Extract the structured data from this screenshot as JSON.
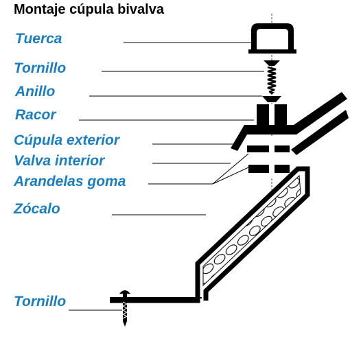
{
  "title": "Montaje cúpula bivalva",
  "colors": {
    "label": "#1a7ec2",
    "line": "#000000",
    "background": "#ffffff"
  },
  "labels": [
    {
      "id": "tuerca",
      "text": "Tuerca"
    },
    {
      "id": "tornillo-top",
      "text": "Tornillo"
    },
    {
      "id": "anillo",
      "text": "Anillo"
    },
    {
      "id": "racor",
      "text": "Racor"
    },
    {
      "id": "cupula-exterior",
      "text": "Cúpula exterior"
    },
    {
      "id": "valva-interior",
      "text": "Valva interior"
    },
    {
      "id": "arandelas-goma",
      "text": "Arandelas goma"
    },
    {
      "id": "zocalo",
      "text": "Zócalo"
    },
    {
      "id": "tornillo-bottom",
      "text": "Tornillo"
    }
  ]
}
